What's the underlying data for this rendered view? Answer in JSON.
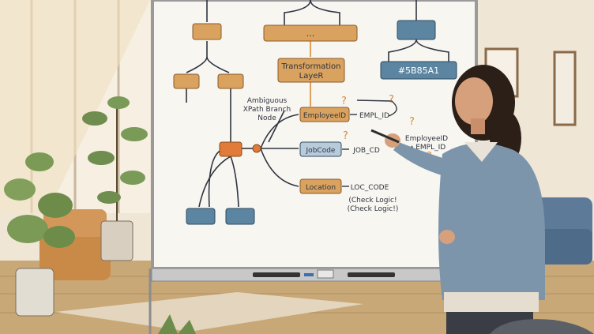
{
  "whiteboard": {
    "top_ellipsis": "...",
    "transformation_layer": [
      "Transformation",
      "LayeR"
    ],
    "hex_code": "#5B85A1",
    "ambiguous_note": [
      "Ambiguous",
      "XPath Branch",
      "Node"
    ],
    "fields": [
      {
        "source": "EmployeeID",
        "target": "EMPL_ID"
      },
      {
        "source": "JobCode",
        "target": "JOB_CD"
      },
      {
        "source": "Location",
        "target": "LOC_CODE"
      }
    ],
    "side_mapping": [
      "EmployeeID",
      "→ EMPL_ID"
    ],
    "check_logic": [
      "(Check Logic!",
      "(Check Logic!)"
    ],
    "question_mark": "?"
  },
  "colors": {
    "orange_box": "#d9a25e",
    "blue_box": "#5b85a1",
    "marker_orange": "#e07b39"
  }
}
